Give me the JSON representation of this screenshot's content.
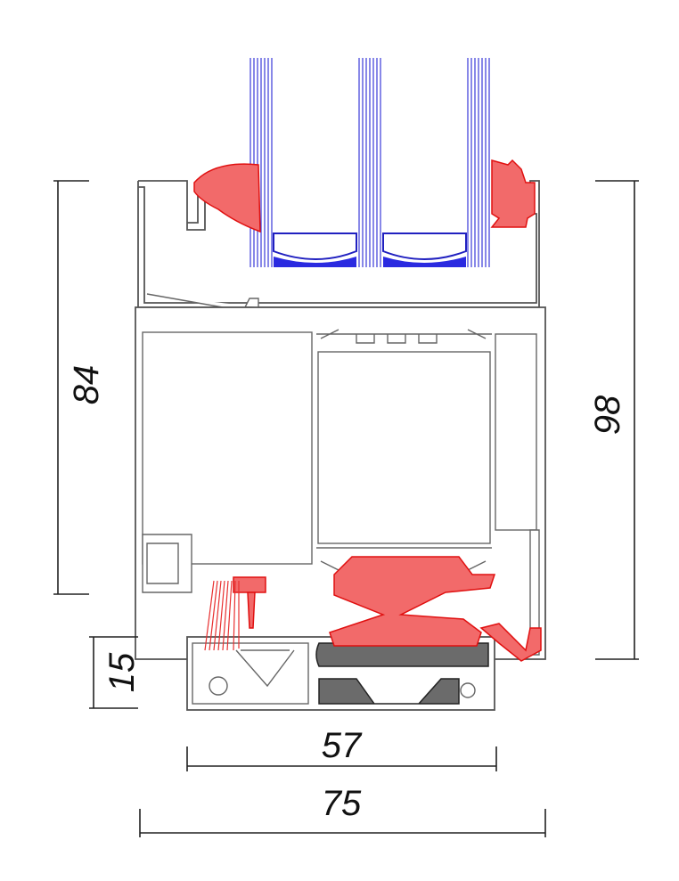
{
  "dimensions": {
    "frame_height_left": "84",
    "frame_height_right": "98",
    "threshold_height": "15",
    "inner_width": "57",
    "total_width": "75"
  },
  "colors": {
    "glass": "#3a3ad8",
    "gasket": "#e01010",
    "profile": "#555555"
  }
}
